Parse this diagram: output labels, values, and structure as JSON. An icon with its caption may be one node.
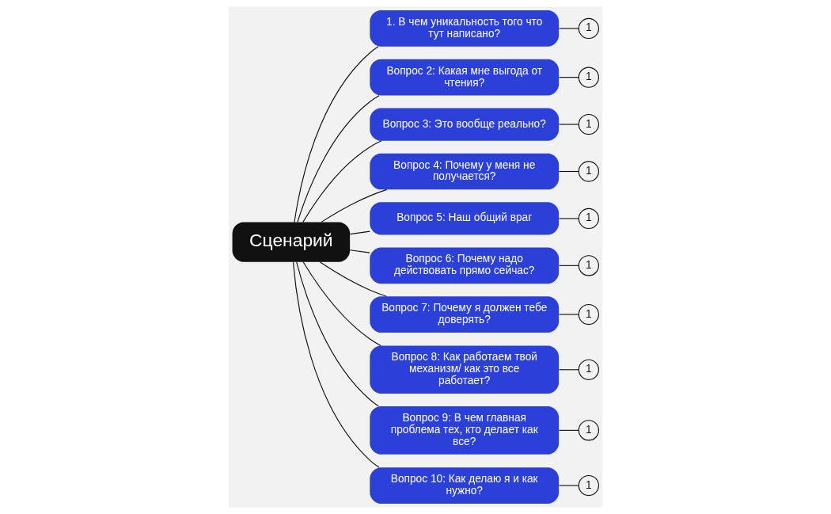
{
  "diagram": {
    "nodes": [
      {
        "text": [
          "Сценарий"
        ]
      },
      {
        "text": [
          "1. В чем уникальность того что тут написано?"
        ]
      },
      {
        "text": [
          "1"
        ]
      },
      {
        "text": [
          "Вопрос 2: Какая мне выгода от чтения?"
        ]
      },
      {
        "text": [
          "1"
        ]
      },
      {
        "text": [
          "Вопрос 3: Это вообще реально?"
        ]
      },
      {
        "text": [
          "1"
        ]
      },
      {
        "text": [
          "Вопрос 4: Почему у меня не получается?"
        ]
      },
      {
        "text": [
          "1"
        ]
      },
      {
        "text": [
          "Вопрос 5: Наш общий враг"
        ]
      },
      {
        "text": [
          "1"
        ]
      },
      {
        "text": [
          "Вопрос 6: Почему надо действовать прямо сейчас?"
        ]
      },
      {
        "text": [
          "1"
        ]
      },
      {
        "text": [
          "Вопрос 7: Почему я должен тебе доверять?"
        ]
      },
      {
        "text": [
          "1"
        ]
      },
      {
        "text": [
          "Вопрос 8: Как работаем твой механизм/ как это все работает?"
        ]
      },
      {
        "text": [
          "1"
        ]
      },
      {
        "text": [
          "Вопрос 9: В чем главная проблема тех, кто делает как все?"
        ]
      },
      {
        "text": [
          "1"
        ]
      },
      {
        "text": [
          "Вопрос 10: Как делаю я и как нужно?"
        ]
      },
      {
        "text": [
          "1"
        ]
      }
    ],
    "edges": [
      {
        "from": 0,
        "to": 1,
        "arrow": "none"
      },
      {
        "from": 1,
        "to": 2,
        "arrow": "none"
      },
      {
        "from": 0,
        "to": 3,
        "arrow": "none"
      },
      {
        "from": 3,
        "to": 4,
        "arrow": "none"
      },
      {
        "from": 0,
        "to": 5,
        "arrow": "none"
      },
      {
        "from": 5,
        "to": 6,
        "arrow": "none"
      },
      {
        "from": 0,
        "to": 7,
        "arrow": "none"
      },
      {
        "from": 7,
        "to": 8,
        "arrow": "none"
      },
      {
        "from": 0,
        "to": 9,
        "arrow": "none"
      },
      {
        "from": 9,
        "to": 10,
        "arrow": "none"
      },
      {
        "from": 0,
        "to": 11,
        "arrow": "none"
      },
      {
        "from": 11,
        "to": 12,
        "arrow": "none"
      },
      {
        "from": 0,
        "to": 13,
        "arrow": "none"
      },
      {
        "from": 13,
        "to": 14,
        "arrow": "none"
      },
      {
        "from": 0,
        "to": 15,
        "arrow": "none"
      },
      {
        "from": 15,
        "to": 16,
        "arrow": "none"
      },
      {
        "from": 0,
        "to": 17,
        "arrow": "none"
      },
      {
        "from": 17,
        "to": 18,
        "arrow": "none"
      },
      {
        "from": 0,
        "to": 19,
        "arrow": "none"
      },
      {
        "from": 19,
        "to": 20,
        "arrow": "none"
      }
    ]
  }
}
